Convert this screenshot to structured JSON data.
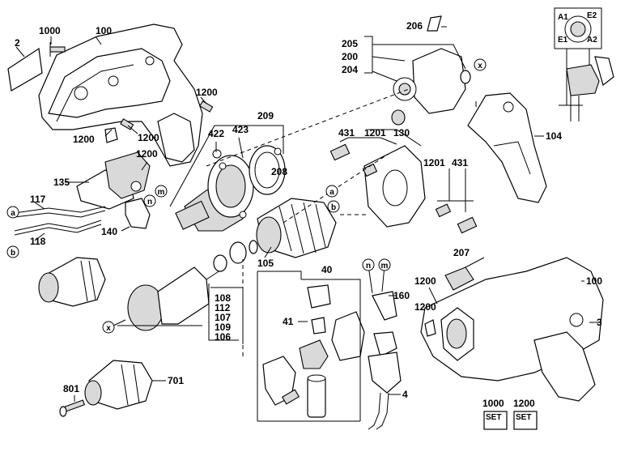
{
  "parts": {
    "p2": "2",
    "p1000a": "1000",
    "p100a": "100",
    "p1200a": "1200",
    "p1200b": "1200",
    "p1200c": "1200",
    "p1200d": "1200",
    "p135": "135",
    "p117": "117",
    "p118": "118",
    "p140": "140",
    "p422": "422",
    "p423": "423",
    "p209": "209",
    "p208": "208",
    "p105": "105",
    "p108": "108",
    "p112": "112",
    "p107": "107",
    "p109": "109",
    "p106": "106",
    "p801": "801",
    "p701": "701",
    "p431a": "431",
    "p1201a": "1201",
    "p130": "130",
    "p1201b": "1201",
    "p431b": "431",
    "p206": "206",
    "p205": "205",
    "p200": "200",
    "p204": "204",
    "p104": "104",
    "p207": "207",
    "p100b": "100",
    "p1200e": "1200",
    "p1200f": "1200",
    "p3": "3",
    "p40": "40",
    "p41": "41",
    "p160": "160",
    "p4": "4",
    "p1000b": "1000",
    "p1200g": "1200"
  },
  "markers": {
    "a": "a",
    "b": "b",
    "m": "m",
    "n": "n",
    "x": "x"
  },
  "schematic": {
    "a1": "A1",
    "e2": "E2",
    "e1": "E1",
    "a2": "A2"
  },
  "set_kits": {
    "set_label": "SET"
  }
}
